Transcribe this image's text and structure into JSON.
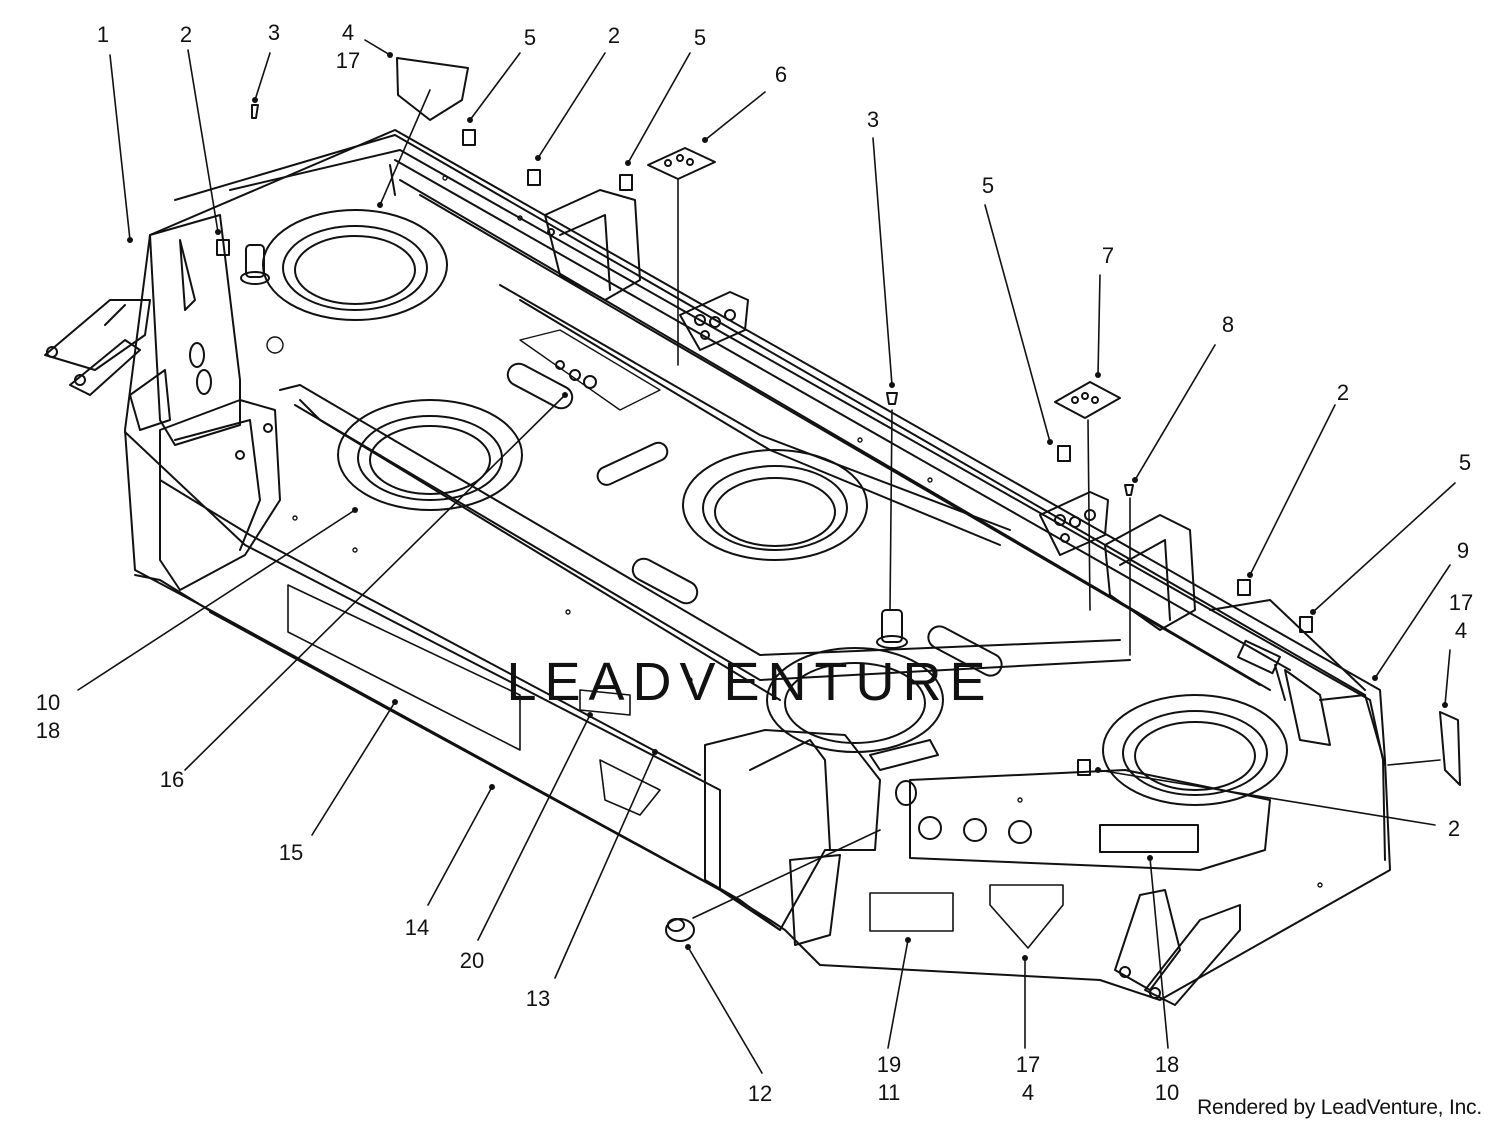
{
  "diagram": {
    "callouts": [
      {
        "id": "c1",
        "lines": [
          "1"
        ]
      },
      {
        "id": "c2a",
        "lines": [
          "2"
        ]
      },
      {
        "id": "c3a",
        "lines": [
          "3"
        ]
      },
      {
        "id": "c4a",
        "lines": [
          "4",
          "17"
        ]
      },
      {
        "id": "c5a",
        "lines": [
          "5"
        ]
      },
      {
        "id": "c2b",
        "lines": [
          "2"
        ]
      },
      {
        "id": "c5b",
        "lines": [
          "5"
        ]
      },
      {
        "id": "c6",
        "lines": [
          "6"
        ]
      },
      {
        "id": "c3b",
        "lines": [
          "3"
        ]
      },
      {
        "id": "c5c",
        "lines": [
          "5"
        ]
      },
      {
        "id": "c7",
        "lines": [
          "7"
        ]
      },
      {
        "id": "c8",
        "lines": [
          "8"
        ]
      },
      {
        "id": "c2c",
        "lines": [
          "2"
        ]
      },
      {
        "id": "c5d",
        "lines": [
          "5"
        ]
      },
      {
        "id": "c9",
        "lines": [
          "9"
        ]
      },
      {
        "id": "c17a",
        "lines": [
          "17",
          "4"
        ]
      },
      {
        "id": "c2d",
        "lines": [
          "2"
        ]
      },
      {
        "id": "c10a",
        "lines": [
          "10",
          "18"
        ]
      },
      {
        "id": "c16",
        "lines": [
          "16"
        ]
      },
      {
        "id": "c15",
        "lines": [
          "15"
        ]
      },
      {
        "id": "c14",
        "lines": [
          "14"
        ]
      },
      {
        "id": "c20",
        "lines": [
          "20"
        ]
      },
      {
        "id": "c13",
        "lines": [
          "13"
        ]
      },
      {
        "id": "c12",
        "lines": [
          "12"
        ]
      },
      {
        "id": "c19",
        "lines": [
          "19",
          "11"
        ]
      },
      {
        "id": "c17b",
        "lines": [
          "17",
          "4"
        ]
      },
      {
        "id": "c18",
        "lines": [
          "18",
          "10"
        ]
      }
    ],
    "watermark": "LEADVENTURE"
  },
  "footer": {
    "credit": "Rendered by LeadVenture, Inc."
  },
  "colors": {
    "ink": "#111111",
    "paper": "#ffffff",
    "watermark": "#e6e6e6"
  }
}
